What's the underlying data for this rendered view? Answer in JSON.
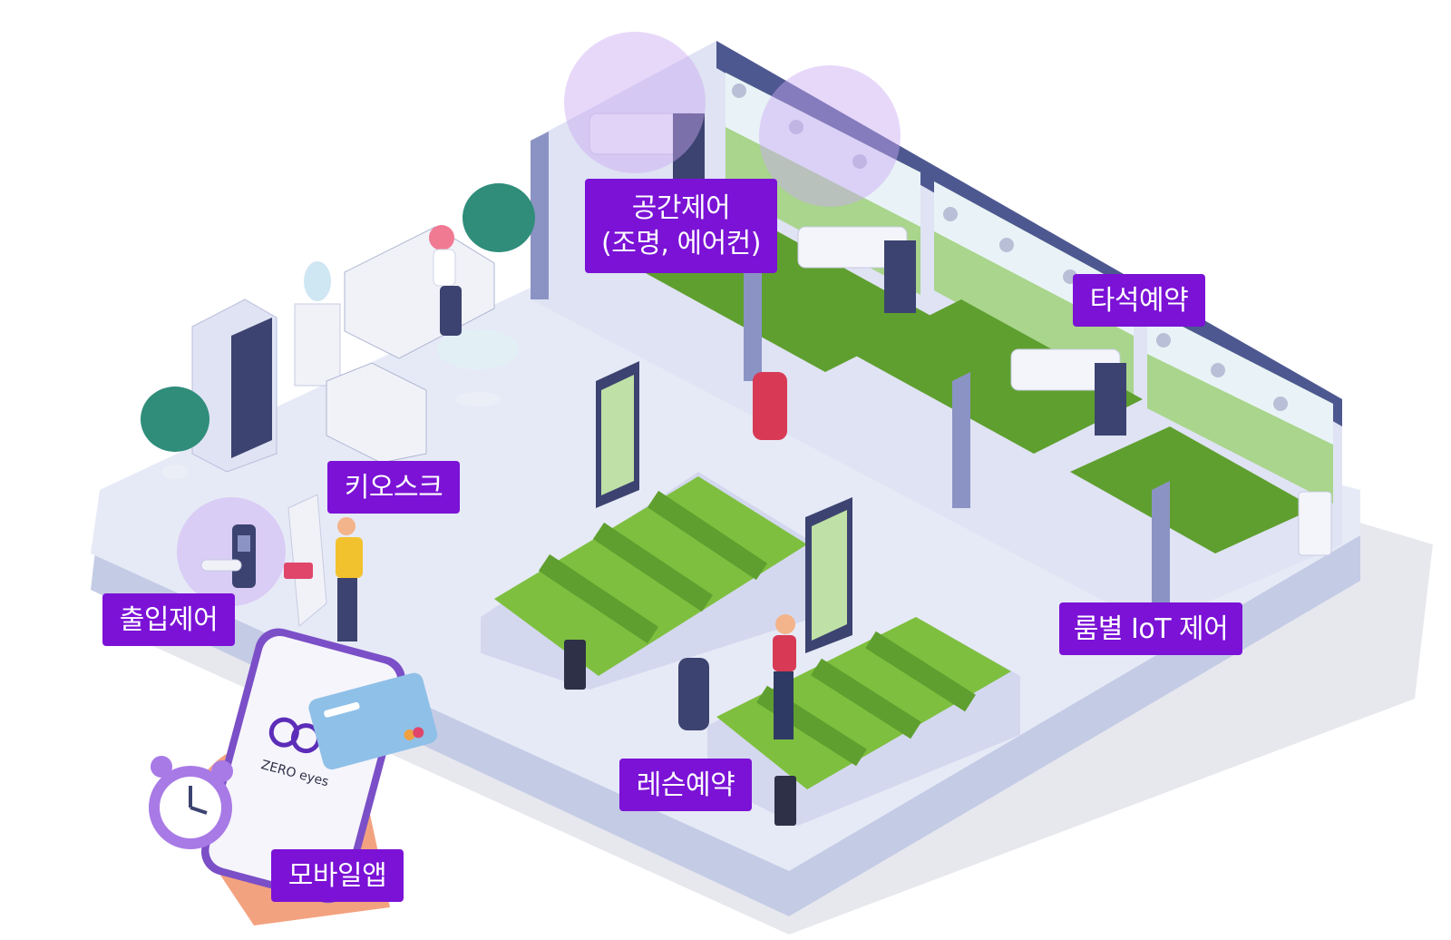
{
  "labels": {
    "space_control": {
      "line1": "공간제어",
      "line2": "(조명, 에어컨)"
    },
    "bay_booking": "타석예약",
    "kiosk": "키오스크",
    "access_control": "출입제어",
    "room_iot": "룸별 IoT 제어",
    "lesson_booking": "레슨예약",
    "mobile_app": "모바일앱"
  },
  "brand": {
    "logo_text": "ZERO eyes"
  },
  "colors": {
    "label_bg": "#7b12d6",
    "label_text": "#ffffff",
    "floor": "#e6eaf6",
    "floor_edge": "#c4cbe5",
    "wall": "#4e5890",
    "turf_light": "#7fbf3f",
    "turf_dark": "#5f9f2f",
    "highlight": "#c9a8f5"
  },
  "icons": [
    "access-lock-icon",
    "alarm-clock-icon",
    "smartphone-icon",
    "credit-card-icon"
  ]
}
